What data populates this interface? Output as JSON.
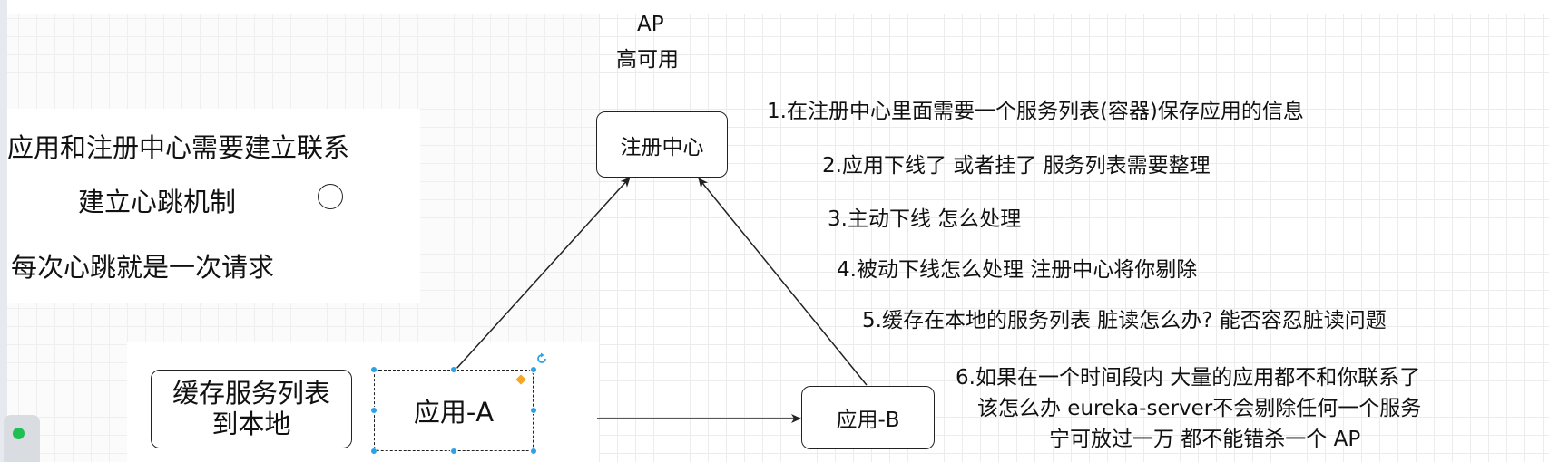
{
  "diagram": {
    "title_top": "AP",
    "title_bottom": "高可用",
    "left_notes": {
      "line1": "应用和注册中心需要建立联系",
      "line2": "建立心跳机制",
      "line3": "每次心跳就是一次请求"
    },
    "nodes": {
      "registry": "注册中心",
      "cache_line1": "缓存服务列表",
      "cache_line2": "到本地",
      "app_a": "应用-A",
      "app_b": "应用-B"
    },
    "notes": {
      "n1": "1.在注册中心里面需要一个服务列表(容器)保存应用的信息",
      "n2": "2.应用下线了 或者挂了 服务列表需要整理",
      "n3": "3.主动下线 怎么处理",
      "n4": "4.被动下线怎么处理 注册中心将你剔除",
      "n5": "5.缓存在本地的服务列表 脏读怎么办? 能否容忍脏读问题",
      "n6_line1": "6.如果在一个时间段内 大量的应用都不和你联系了",
      "n6_line2": "该怎么办 eureka-server不会剔除任何一个服务",
      "n6_line3": "宁可放过一万 都不能错杀一个 AP"
    },
    "colors": {
      "selection_handle": "#29a3e6",
      "status_dot": "#1fbf54",
      "stroke": "#222222"
    }
  }
}
